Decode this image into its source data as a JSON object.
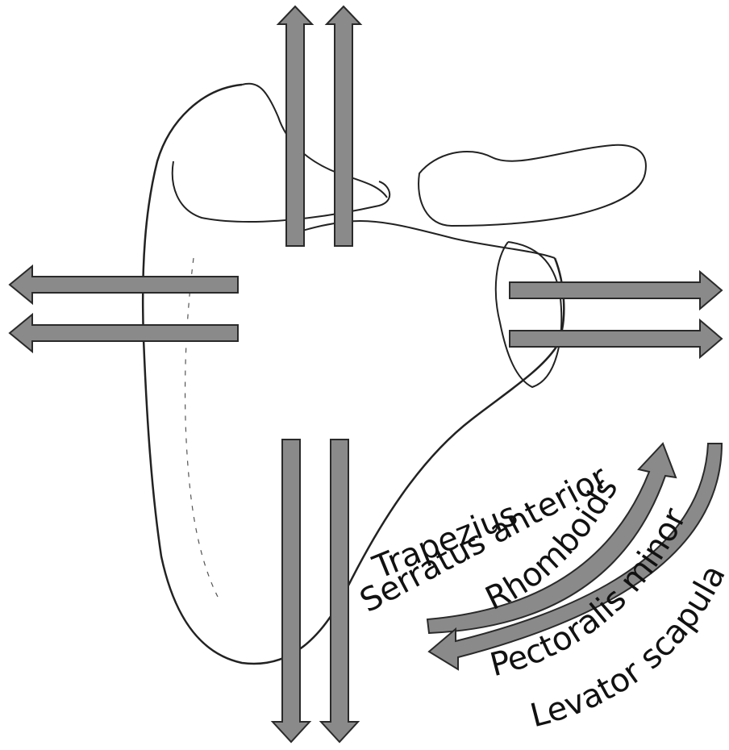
{
  "labels": {
    "trapezius": "Trapezius",
    "serratus_anterior": "Serratus anterior",
    "rhomboids": "Rhomboids",
    "pectoralis_minor": "Pectoralis minor",
    "levator_scapulae": "Levator scapulae"
  },
  "colors": {
    "arrow_fill": "#8a8a8a",
    "arrow_stroke": "#2a2a2a",
    "bone_outline": "#222222",
    "text": "#111111",
    "background": "#ffffff"
  },
  "icons": {
    "up_arrow": "arrow-up-icon",
    "down_arrow": "arrow-down-icon",
    "left_arrow": "arrow-left-icon",
    "right_arrow": "arrow-right-icon",
    "upward_rotation": "curved-arrow-icon",
    "downward_rotation": "curved-arrow-icon"
  }
}
